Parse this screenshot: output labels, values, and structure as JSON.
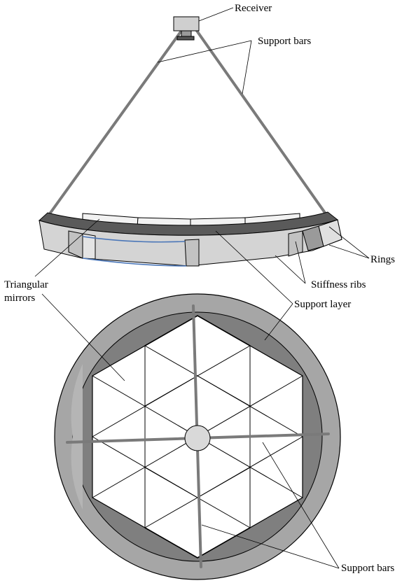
{
  "labels": {
    "receiver": "Receiver",
    "support_bars_top": "Support bars",
    "rings": "Rings",
    "stiffness_ribs": "Stiffness ribs",
    "support_layer": "Support layer",
    "triangular_line1": "Triangular",
    "triangular_line2": "mirrors",
    "support_bars_bottom": "Support bars"
  },
  "colors": {
    "bar": "#7a7a7a",
    "ring_outer": "#a6a6a6",
    "support_layer_dark": "#7f7f7f",
    "receiver": "#cfcfcf",
    "dish_face": "#d4d4d4",
    "dish_rim": "#5a5a5a",
    "mirror": "#ffffff",
    "highlight_edge": "#4a76b8"
  }
}
